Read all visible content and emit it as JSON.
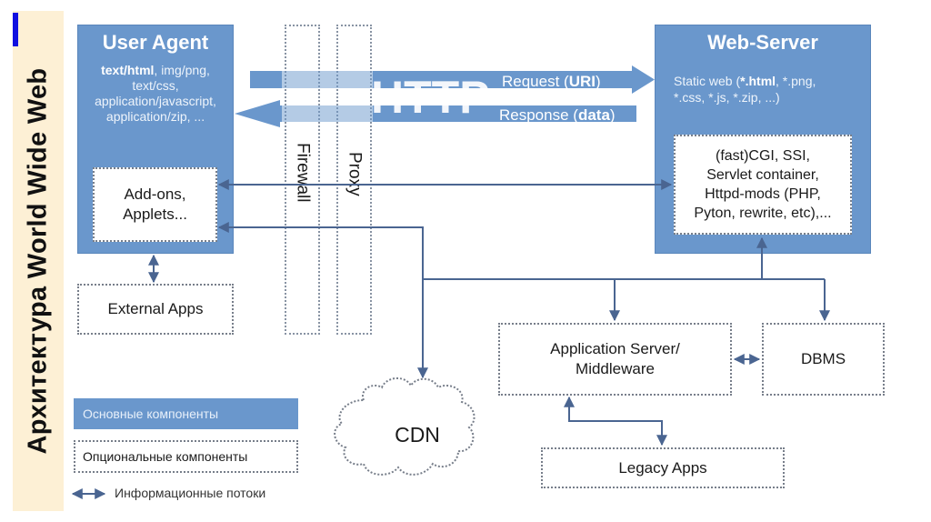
{
  "slide": {
    "title": "Архитектура World Wide Web"
  },
  "user_agent": {
    "title": "User Agent",
    "types_bold": "text/html",
    "types_rest_line1": ", img/png,",
    "types_line2": "text/css,",
    "types_line3": "application/javascript,",
    "types_line4": "application/zip, ...",
    "addons": {
      "line1": "Add-ons,",
      "line2": "Applets..."
    }
  },
  "web_server": {
    "title": "Web-Server",
    "static_prefix": "Static web (",
    "static_bold": "*.html",
    "static_rest": ", *.png,",
    "static_line2": "*.css, *.js, *.zip, ...)",
    "dynamic": {
      "line1": "(fast)CGI, SSI,",
      "line2": "Servlet container,",
      "line3": "Httpd-mods (PHP,",
      "line4": "Pyton, rewrite, etc),..."
    }
  },
  "http": {
    "label": "HTTP",
    "request_prefix": "Request (",
    "request_bold": "URI",
    "request_suffix": ")",
    "response_prefix": "Response (",
    "response_bold": "data",
    "response_suffix": ")"
  },
  "columns": {
    "firewall": "Firewall",
    "proxy": "Proxy"
  },
  "components": {
    "external_apps": "External Apps",
    "app_server": {
      "line1": "Application Server/",
      "line2": "Middleware"
    },
    "dbms": "DBMS",
    "cdn": "CDN",
    "legacy_apps": "Legacy Apps"
  },
  "legend": {
    "main": "Основные компоненты",
    "optional": "Опциональные компоненты",
    "flows": "Информационные потоки"
  },
  "colors": {
    "main_component": "#6a97cc",
    "flow_line": "#4a6591",
    "side_strip": "#fdf0d5"
  }
}
